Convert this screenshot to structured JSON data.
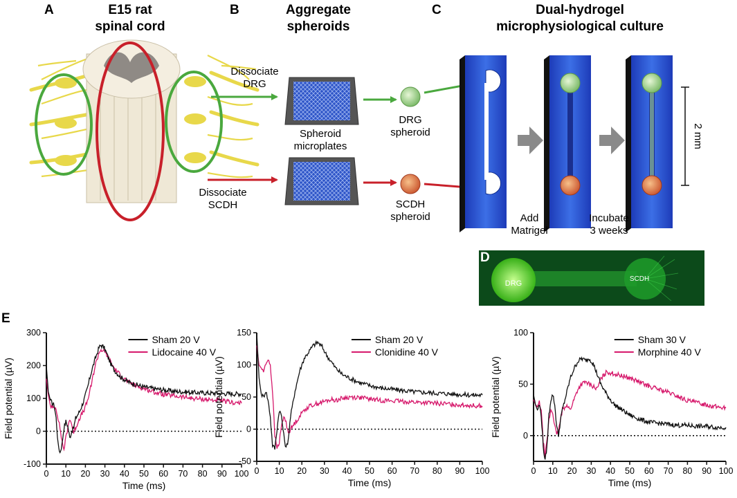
{
  "panels": {
    "A": {
      "letter": "A",
      "title_line1": "E15 rat",
      "title_line2": "spinal cord"
    },
    "B": {
      "letter": "B",
      "title_line1": "Aggregate",
      "title_line2": "spheroids",
      "dissociate_drg_1": "Dissociate",
      "dissociate_drg_2": "DRG",
      "dissociate_scdh_1": "Dissociate",
      "dissociate_scdh_2": "SCDH",
      "microplates_1": "Spheroid",
      "microplates_2": "microplates",
      "drg_sph_1": "DRG",
      "drg_sph_2": "spheroid",
      "scdh_sph_1": "SCDH",
      "scdh_sph_2": "spheroid"
    },
    "C": {
      "letter": "C",
      "title_line1": "Dual-hydrogel",
      "title_line2": "microphysiological culture",
      "add_1": "Add",
      "add_2": "Matrigel",
      "inc_1": "Incubate",
      "inc_2": "3 weeks",
      "scale": "2 mm"
    },
    "D": {
      "letter": "D",
      "drg": "DRG",
      "scdh": "SCDH"
    },
    "E": {
      "letter": "E"
    }
  },
  "colors": {
    "green": "#4aa83e",
    "red": "#c8202a",
    "blue": "#1f52c8",
    "magenta": "#d6186b",
    "black": "#111111",
    "yellow": "#e8d84a"
  },
  "chart_data": [
    {
      "type": "line",
      "xlabel": "Time (ms)",
      "ylabel": "Field potential (µV)",
      "xlim": [
        0,
        100
      ],
      "ylim": [
        -100,
        300
      ],
      "xticks": [
        0,
        10,
        20,
        30,
        40,
        50,
        60,
        70,
        80,
        90,
        100
      ],
      "yticks": [
        -100,
        0,
        100,
        200,
        300
      ],
      "series": [
        {
          "name": "Sham 20 V",
          "color": "#111111",
          "x": [
            0,
            1,
            2,
            3,
            4,
            5,
            6,
            7,
            8,
            9,
            10,
            11,
            12,
            13,
            14,
            15,
            17,
            19,
            21,
            23,
            25,
            27,
            28,
            29,
            30,
            31,
            33,
            35,
            38,
            42,
            46,
            50,
            55,
            60,
            65,
            70,
            75,
            80,
            85,
            90,
            95,
            100
          ],
          "y": [
            200,
            120,
            95,
            85,
            80,
            40,
            -40,
            -65,
            -40,
            10,
            30,
            15,
            -20,
            0,
            10,
            40,
            60,
            90,
            130,
            180,
            220,
            255,
            262,
            258,
            250,
            235,
            205,
            185,
            165,
            150,
            142,
            135,
            130,
            126,
            122,
            120,
            118,
            117,
            116,
            115,
            114,
            114
          ]
        },
        {
          "name": "Lidocaine 40 V",
          "color": "#d6186b",
          "x": [
            0,
            1,
            2,
            3,
            4,
            5,
            6,
            7,
            8,
            9,
            10,
            11,
            12,
            13,
            14,
            15,
            17,
            19,
            21,
            23,
            25,
            27,
            28,
            29,
            30,
            31,
            33,
            35,
            38,
            42,
            46,
            50,
            55,
            60,
            65,
            70,
            75,
            80,
            85,
            90,
            95,
            100
          ],
          "y": [
            160,
            110,
            80,
            70,
            72,
            70,
            40,
            10,
            -30,
            -55,
            -20,
            10,
            40,
            20,
            -5,
            10,
            40,
            60,
            90,
            140,
            200,
            240,
            248,
            245,
            240,
            232,
            210,
            190,
            170,
            150,
            138,
            130,
            120,
            112,
            108,
            104,
            100,
            98,
            95,
            92,
            88,
            85
          ]
        }
      ]
    },
    {
      "type": "line",
      "xlabel": "Time (ms)",
      "ylabel": "Field potential (µV)",
      "xlim": [
        0,
        100
      ],
      "ylim": [
        -50,
        150
      ],
      "xticks": [
        0,
        10,
        20,
        30,
        40,
        50,
        60,
        70,
        80,
        90,
        100
      ],
      "yticks": [
        -50,
        0,
        50,
        100,
        150
      ],
      "series": [
        {
          "name": "Sham 20 V",
          "color": "#111111",
          "x": [
            0,
            1,
            2,
            3,
            4,
            5,
            6,
            7,
            8,
            9,
            10,
            11,
            12,
            13,
            14,
            15,
            17,
            19,
            21,
            23,
            25,
            27,
            29,
            31,
            33,
            35,
            38,
            42,
            46,
            50,
            55,
            60,
            65,
            70,
            75,
            80,
            85,
            90,
            95,
            100
          ],
          "y": [
            150,
            80,
            55,
            50,
            60,
            45,
            20,
            -25,
            -30,
            0,
            30,
            20,
            -10,
            -30,
            -15,
            20,
            60,
            90,
            110,
            120,
            130,
            135,
            128,
            115,
            105,
            95,
            85,
            78,
            72,
            68,
            64,
            62,
            60,
            58,
            57,
            56,
            55,
            54,
            53,
            53
          ]
        },
        {
          "name": "Clonidine 40 V",
          "color": "#d6186b",
          "x": [
            0,
            1,
            2,
            3,
            4,
            5,
            6,
            7,
            8,
            9,
            10,
            11,
            12,
            13,
            14,
            15,
            17,
            19,
            21,
            23,
            25,
            27,
            29,
            31,
            33,
            35,
            38,
            42,
            46,
            50,
            55,
            60,
            65,
            70,
            75,
            80,
            85,
            90,
            95,
            100
          ],
          "y": [
            130,
            100,
            95,
            90,
            100,
            110,
            100,
            60,
            -10,
            -30,
            -20,
            5,
            20,
            10,
            -5,
            0,
            10,
            20,
            30,
            35,
            38,
            40,
            42,
            44,
            46,
            45,
            48,
            50,
            49,
            47,
            45,
            44,
            43,
            42,
            41,
            40,
            39,
            38,
            37,
            36
          ]
        }
      ]
    },
    {
      "type": "line",
      "xlabel": "Time (ms)",
      "ylabel": "Field potential (µV)",
      "xlim": [
        0,
        100
      ],
      "ylim": [
        -25,
        100
      ],
      "xticks": [
        0,
        10,
        20,
        30,
        40,
        50,
        60,
        70,
        80,
        90,
        100
      ],
      "yticks": [
        0,
        50,
        100
      ],
      "series": [
        {
          "name": "Sham 30 V",
          "color": "#111111",
          "x": [
            0,
            1,
            2,
            3,
            4,
            5,
            6,
            7,
            8,
            9,
            10,
            11,
            12,
            13,
            14,
            15,
            17,
            19,
            21,
            23,
            25,
            27,
            29,
            31,
            33,
            35,
            38,
            42,
            46,
            50,
            55,
            60,
            65,
            70,
            75,
            80,
            85,
            90,
            95,
            100
          ],
          "y": [
            40,
            30,
            25,
            30,
            20,
            -10,
            -25,
            -10,
            20,
            35,
            40,
            30,
            10,
            0,
            15,
            25,
            40,
            55,
            65,
            72,
            75,
            73,
            75,
            70,
            60,
            50,
            40,
            30,
            25,
            20,
            16,
            13,
            12,
            11,
            10,
            10,
            9,
            9,
            8,
            8
          ]
        },
        {
          "name": "Morphine 40 V",
          "color": "#d6186b",
          "x": [
            0,
            1,
            2,
            3,
            4,
            5,
            6,
            7,
            8,
            9,
            10,
            11,
            12,
            13,
            14,
            15,
            17,
            19,
            21,
            23,
            25,
            27,
            29,
            31,
            33,
            35,
            38,
            42,
            46,
            50,
            55,
            60,
            65,
            70,
            75,
            80,
            85,
            90,
            95,
            100
          ],
          "y": [
            35,
            30,
            28,
            32,
            25,
            -5,
            -20,
            -5,
            15,
            25,
            22,
            10,
            0,
            5,
            15,
            25,
            30,
            25,
            35,
            45,
            50,
            52,
            50,
            48,
            45,
            55,
            62,
            60,
            58,
            56,
            52,
            48,
            45,
            42,
            38,
            34,
            32,
            30,
            28,
            27
          ]
        }
      ]
    }
  ]
}
